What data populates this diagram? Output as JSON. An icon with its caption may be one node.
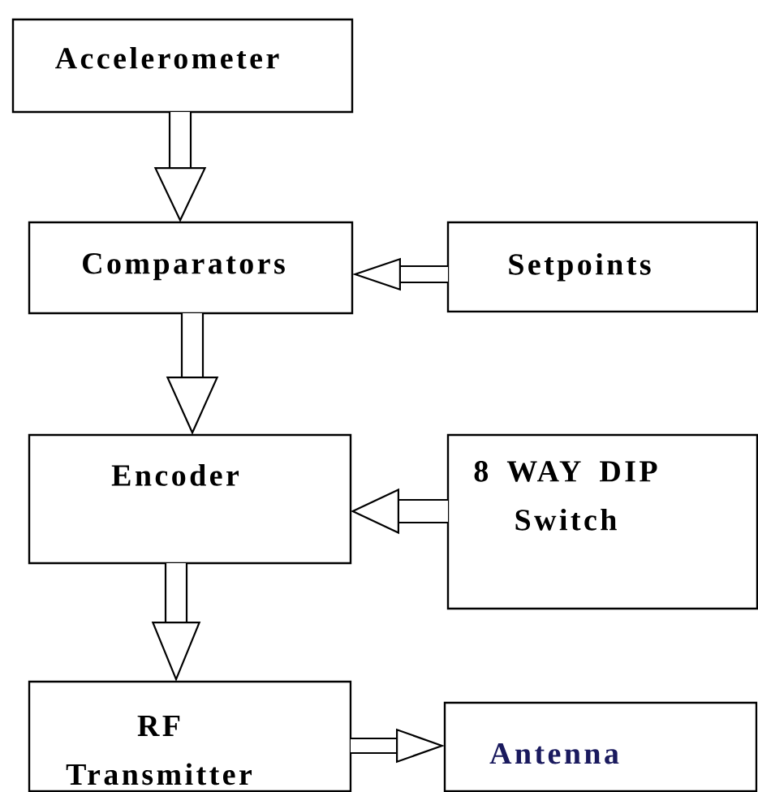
{
  "diagram": {
    "nodes": [
      {
        "text": [
          "Accelerometer"
        ]
      },
      {
        "text": [
          "Comparators"
        ]
      },
      {
        "text": [
          "Setpoints"
        ]
      },
      {
        "text": [
          "Encoder"
        ]
      },
      {
        "text": [
          "8 WAY DIP Switch"
        ]
      },
      {
        "text": [
          "RF Transmitter"
        ]
      },
      {
        "text": [
          "Antenna"
        ]
      }
    ],
    "edges": [
      {
        "from": 0,
        "to": 1,
        "arrow": "to"
      },
      {
        "from": 2,
        "to": 1,
        "arrow": "to"
      },
      {
        "from": 1,
        "to": 3,
        "arrow": "to"
      },
      {
        "from": 4,
        "to": 3,
        "arrow": "to"
      },
      {
        "from": 3,
        "to": 5,
        "arrow": "to"
      },
      {
        "from": 5,
        "to": 6,
        "arrow": "to"
      }
    ]
  }
}
